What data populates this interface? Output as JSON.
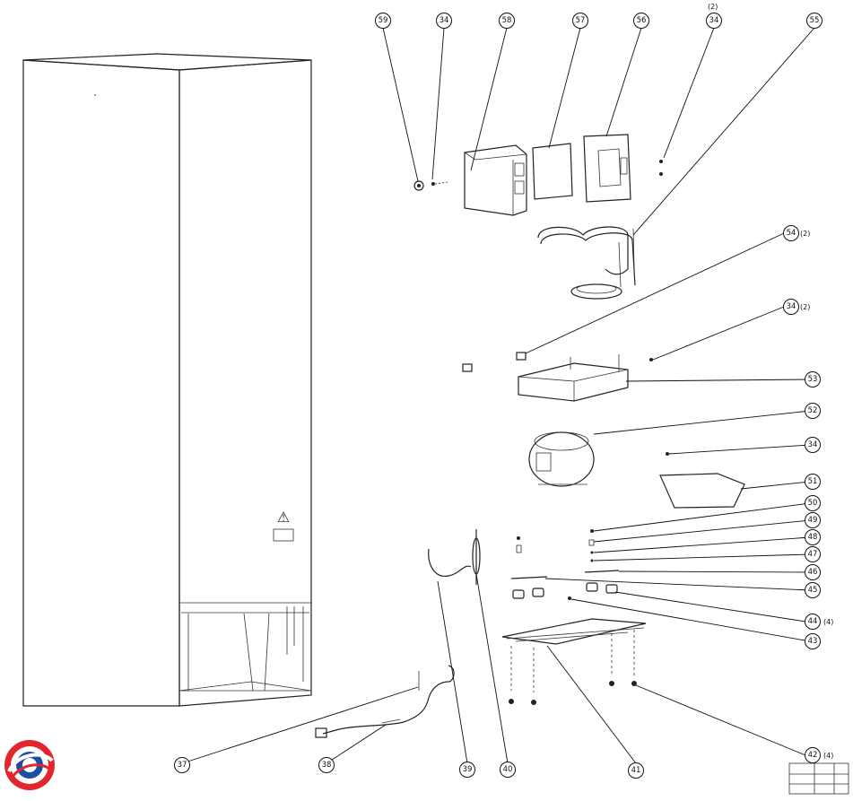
{
  "callouts": [
    {
      "id": "c59",
      "label": "59",
      "qty": ""
    },
    {
      "id": "c34a",
      "label": "34",
      "qty": ""
    },
    {
      "id": "c58",
      "label": "58",
      "qty": ""
    },
    {
      "id": "c57",
      "label": "57",
      "qty": ""
    },
    {
      "id": "c56",
      "label": "56",
      "qty": ""
    },
    {
      "id": "c34b",
      "label": "34",
      "qty": "(2)"
    },
    {
      "id": "c55",
      "label": "55",
      "qty": ""
    },
    {
      "id": "c54",
      "label": "54",
      "qty": "(2)"
    },
    {
      "id": "c34c",
      "label": "34",
      "qty": "(2)"
    },
    {
      "id": "c53",
      "label": "53",
      "qty": ""
    },
    {
      "id": "c52",
      "label": "52",
      "qty": ""
    },
    {
      "id": "c34d",
      "label": "34",
      "qty": ""
    },
    {
      "id": "c51",
      "label": "51",
      "qty": ""
    },
    {
      "id": "c50",
      "label": "50",
      "qty": ""
    },
    {
      "id": "c49",
      "label": "49",
      "qty": ""
    },
    {
      "id": "c48",
      "label": "48",
      "qty": ""
    },
    {
      "id": "c47",
      "label": "47",
      "qty": ""
    },
    {
      "id": "c46",
      "label": "46",
      "qty": ""
    },
    {
      "id": "c45",
      "label": "45",
      "qty": ""
    },
    {
      "id": "c44",
      "label": "44",
      "qty": "(4)"
    },
    {
      "id": "c43",
      "label": "43",
      "qty": ""
    },
    {
      "id": "c42",
      "label": "42",
      "qty": "(4)"
    },
    {
      "id": "c41",
      "label": "41",
      "qty": ""
    },
    {
      "id": "c40",
      "label": "40",
      "qty": ""
    },
    {
      "id": "c39",
      "label": "39",
      "qty": ""
    },
    {
      "id": "c38",
      "label": "38",
      "qty": ""
    },
    {
      "id": "c37",
      "label": "37",
      "qty": ""
    }
  ],
  "warning_symbol": "⚠",
  "logo": {
    "name": "brand-logo",
    "colors": [
      "#e3262d",
      "#1c4fa1"
    ]
  }
}
